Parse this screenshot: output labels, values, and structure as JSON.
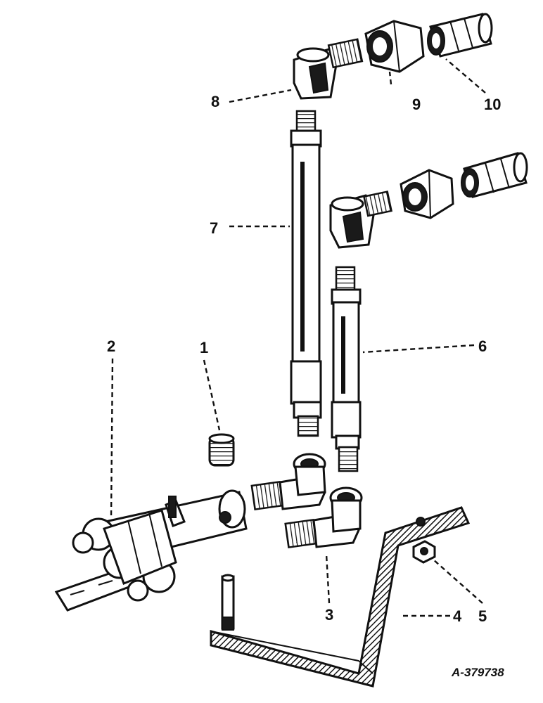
{
  "figure": {
    "reference_code": "A-379738",
    "callouts": [
      {
        "id": "1",
        "label": "1"
      },
      {
        "id": "2",
        "label": "2"
      },
      {
        "id": "3",
        "label": "3"
      },
      {
        "id": "4",
        "label": "4"
      },
      {
        "id": "5",
        "label": "5"
      },
      {
        "id": "6",
        "label": "6"
      },
      {
        "id": "7",
        "label": "7"
      },
      {
        "id": "8",
        "label": "8"
      },
      {
        "id": "9",
        "label": "9"
      },
      {
        "id": "10",
        "label": "10"
      }
    ]
  }
}
